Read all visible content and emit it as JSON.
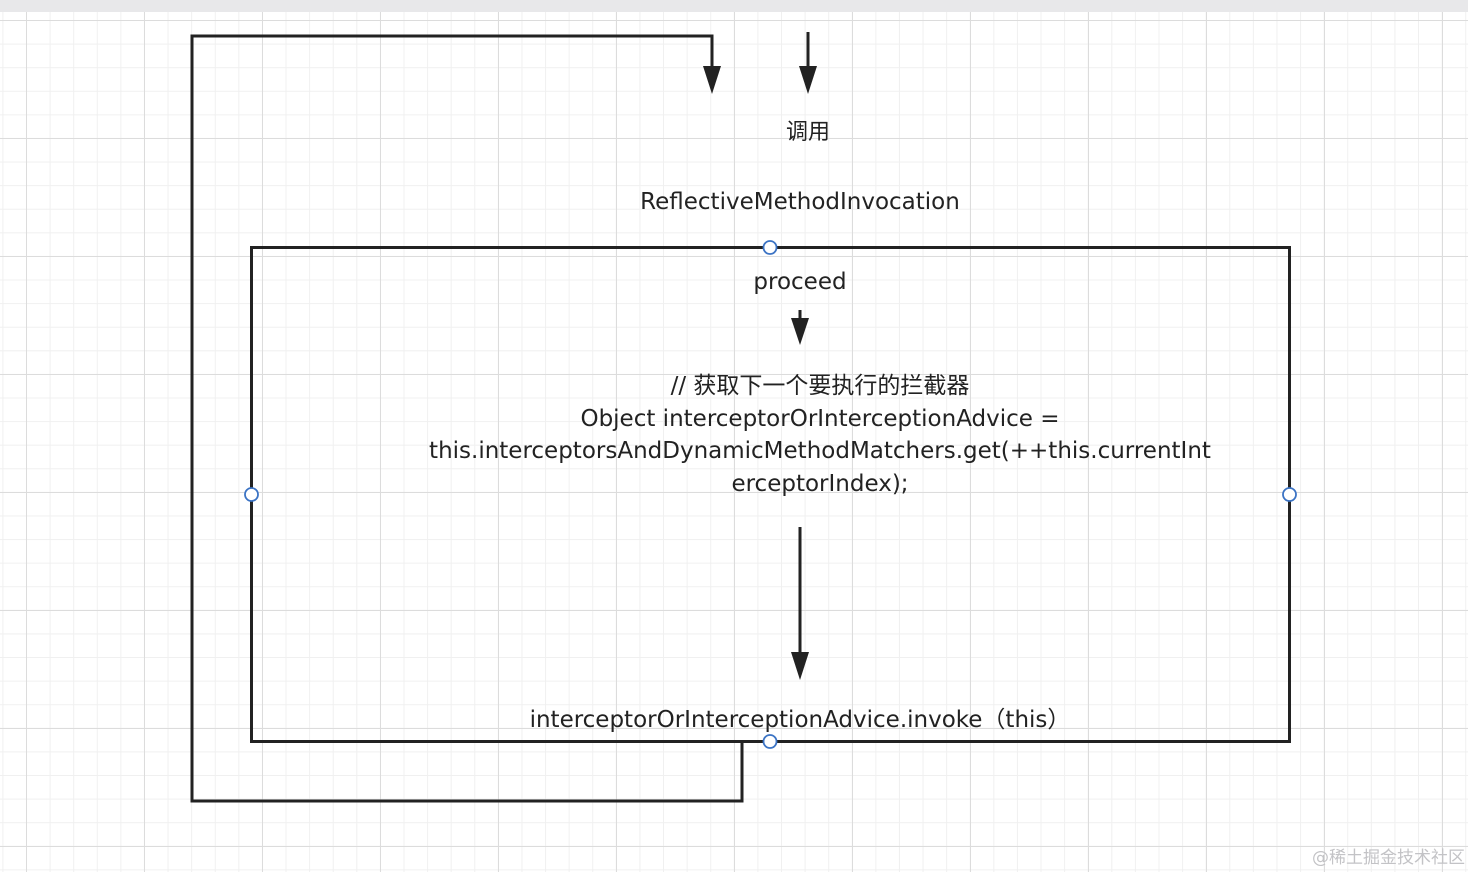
{
  "diagram": {
    "call_label": "调用",
    "class_label": "ReflectiveMethodInvocation",
    "method_label": "proceed",
    "code_comment": "// 获取下一个要执行的拦截器",
    "code_line_1": "Object interceptorOrInterceptionAdvice =",
    "code_line_2": "this.interceptorsAndDynamicMethodMatchers.get(++this.currentInt",
    "code_line_3": "erceptorIndex);",
    "invoke_label": "interceptorOrInterceptionAdvice.invoke（this）"
  },
  "watermark": "@稀土掘金技术社区",
  "colors": {
    "stroke": "#222222",
    "handle": "#3b73c4",
    "grid_major": "#dcdcdc",
    "grid_minor": "#f0f0f0"
  }
}
